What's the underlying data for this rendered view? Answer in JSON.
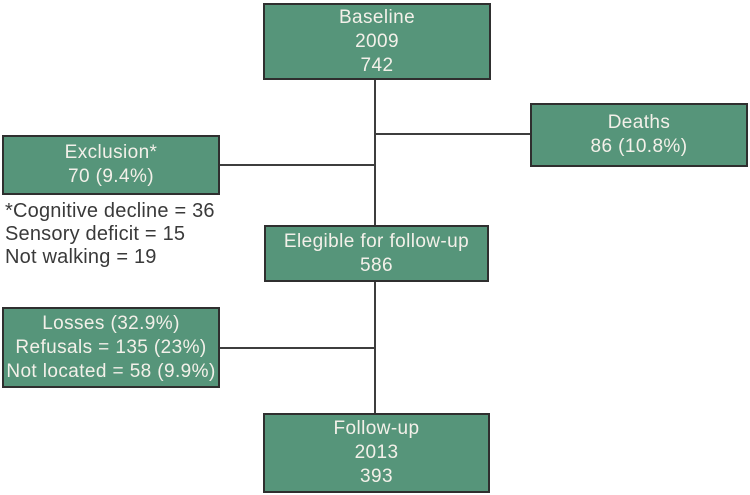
{
  "diagram": {
    "colors": {
      "background": "#ffffff",
      "box_fill": "#56957a",
      "box_border": "#2f2f2f",
      "box_text": "#f3f0e9",
      "connector": "#3d3d3d",
      "note_text": "#3a3a3a"
    },
    "boxes": {
      "baseline": {
        "lines": [
          "Baseline",
          "2009",
          "742"
        ]
      },
      "deaths": {
        "lines": [
          "Deaths",
          "86 (10.8%)"
        ]
      },
      "exclusion": {
        "lines": [
          "Exclusion*",
          "70 (9.4%)"
        ]
      },
      "eligible": {
        "lines": [
          "Elegible for follow-up",
          "586"
        ]
      },
      "losses": {
        "lines": [
          "Losses (32.9%)",
          "Refusals = 135 (23%)",
          "Not located = 58 (9.9%)"
        ]
      },
      "followup": {
        "lines": [
          "Follow-up",
          "2013",
          "393"
        ]
      }
    },
    "note": {
      "lines": [
        "*Cognitive decline = 36",
        "Sensory deficit = 15",
        "Not walking = 19"
      ]
    }
  }
}
